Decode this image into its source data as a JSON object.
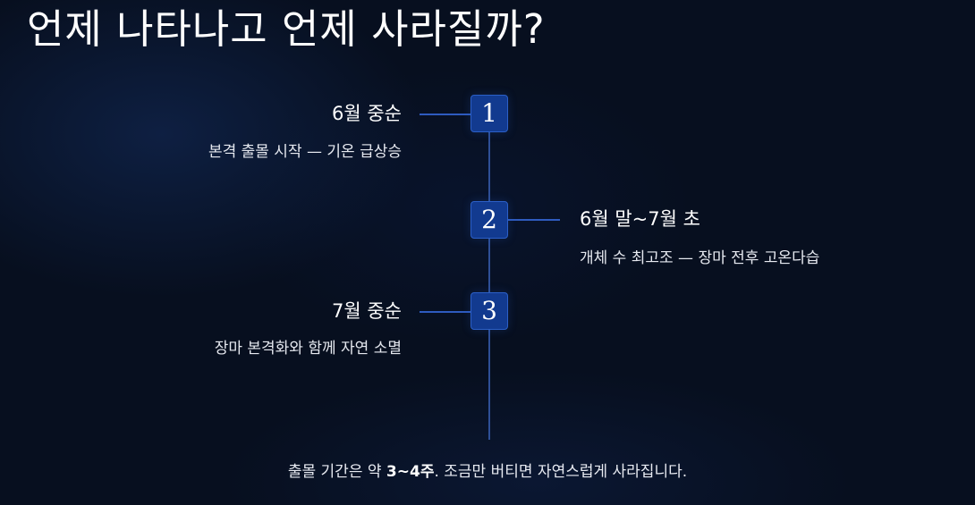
{
  "title": "언제 나타나고 언제 사라질까?",
  "timeline": {
    "stages": [
      {
        "number": "1",
        "title": "6월 중순",
        "description": "본격 출몰 시작 — 기온 급상승"
      },
      {
        "number": "2",
        "title": "6월 말~7월 초",
        "description": "개체 수 최고조 — 장마 전후 고온다습"
      },
      {
        "number": "3",
        "title": "7월 중순",
        "description": "장마 본격화와 함께 자연 소멸"
      }
    ]
  },
  "footer": {
    "prefix": "출몰 기간은 약 ",
    "highlight": "3~4주",
    "suffix": ". 조금만 버티면 자연스럽게 사라집니다."
  }
}
